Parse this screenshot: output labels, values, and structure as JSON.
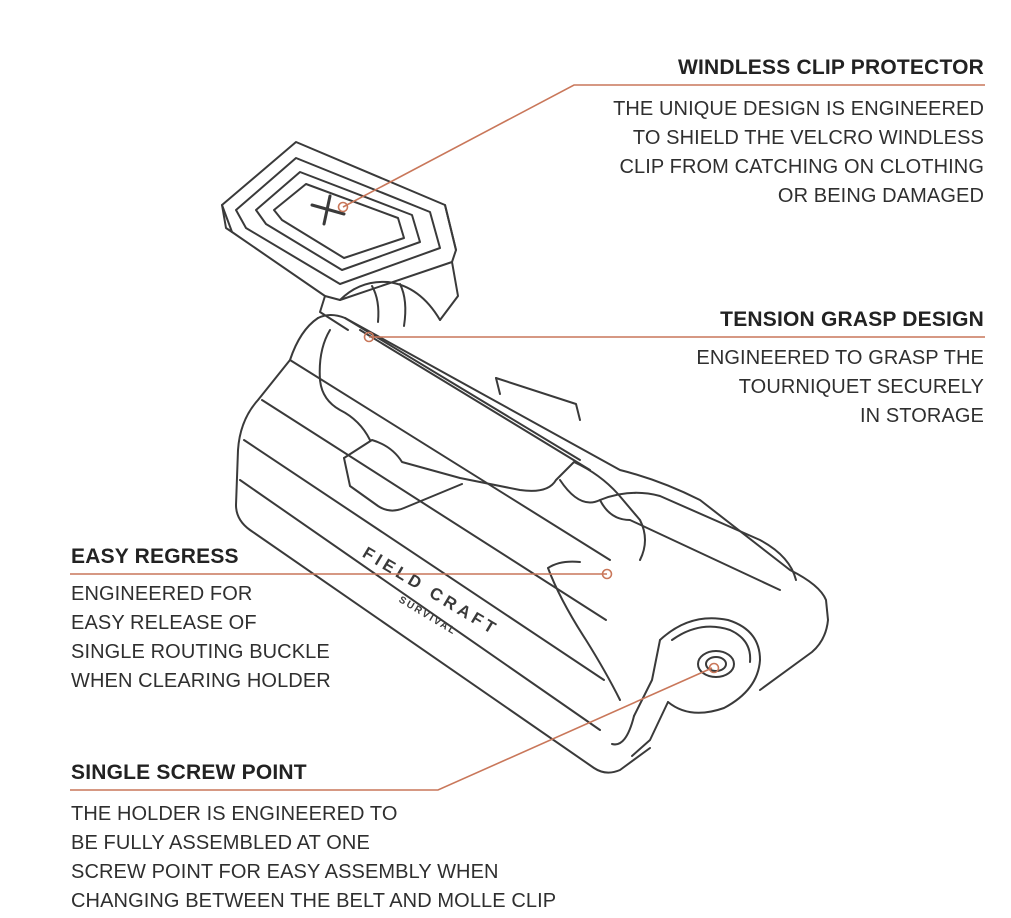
{
  "colors": {
    "callout_line": "#c9775a",
    "outline": "#3a3a3a",
    "text": "#2f2f2f",
    "heading": "#222222"
  },
  "product": {
    "logo_text_top": "FIELD CRAFT",
    "logo_text_bottom": "SURVIVAL",
    "icon": "tourniquet-holder-illustration"
  },
  "callouts": {
    "windless": {
      "title": "WINDLESS CLIP PROTECTOR",
      "lines": [
        "THE UNIQUE DESIGN IS ENGINEERED",
        "TO SHIELD THE VELCRO WINDLESS",
        "CLIP FROM CATCHING ON CLOTHING",
        "OR BEING DAMAGED"
      ]
    },
    "tension": {
      "title": "TENSION GRASP DESIGN",
      "lines": [
        "ENGINEERED TO GRASP THE",
        "TOURNIQUET SECURELY",
        "IN STORAGE"
      ]
    },
    "regress": {
      "title": "EASY REGRESS",
      "lines": [
        "ENGINEERED FOR",
        "EASY RELEASE OF",
        "SINGLE ROUTING BUCKLE",
        "WHEN CLEARING HOLDER"
      ]
    },
    "screw": {
      "title": "SINGLE SCREW POINT",
      "lines": [
        "THE HOLDER IS ENGINEERED TO",
        "BE FULLY ASSEMBLED AT ONE",
        "SCREW POINT FOR EASY ASSEMBLY WHEN",
        "CHANGING BETWEEN THE BELT AND MOLLE CLIP"
      ]
    }
  }
}
